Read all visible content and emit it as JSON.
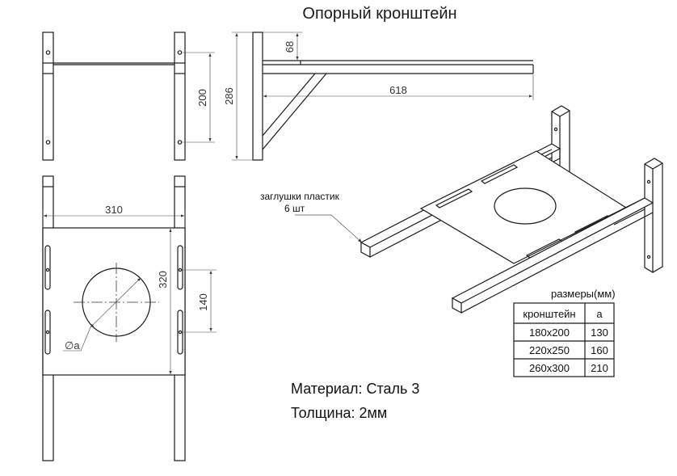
{
  "title": "Опорный кронштейн",
  "dimensions": {
    "flange_height": "68",
    "bracket_height": "286",
    "arm_length": "618",
    "hole_spacing": "200",
    "plate_width": "310",
    "plate_height": "320",
    "slot_spacing": "140",
    "hole_diameter": "∅a"
  },
  "callout": {
    "line1": "заглушки пластик",
    "line2": "6 шт"
  },
  "sizes_table": {
    "caption": "размеры(мм)",
    "headers": [
      "кронштейн",
      "а"
    ],
    "rows": [
      [
        "180x200",
        "130"
      ],
      [
        "220x250",
        "160"
      ],
      [
        "260x300",
        "210"
      ]
    ]
  },
  "material": "Материал: Сталь 3",
  "thickness": "Толщина: 2мм"
}
